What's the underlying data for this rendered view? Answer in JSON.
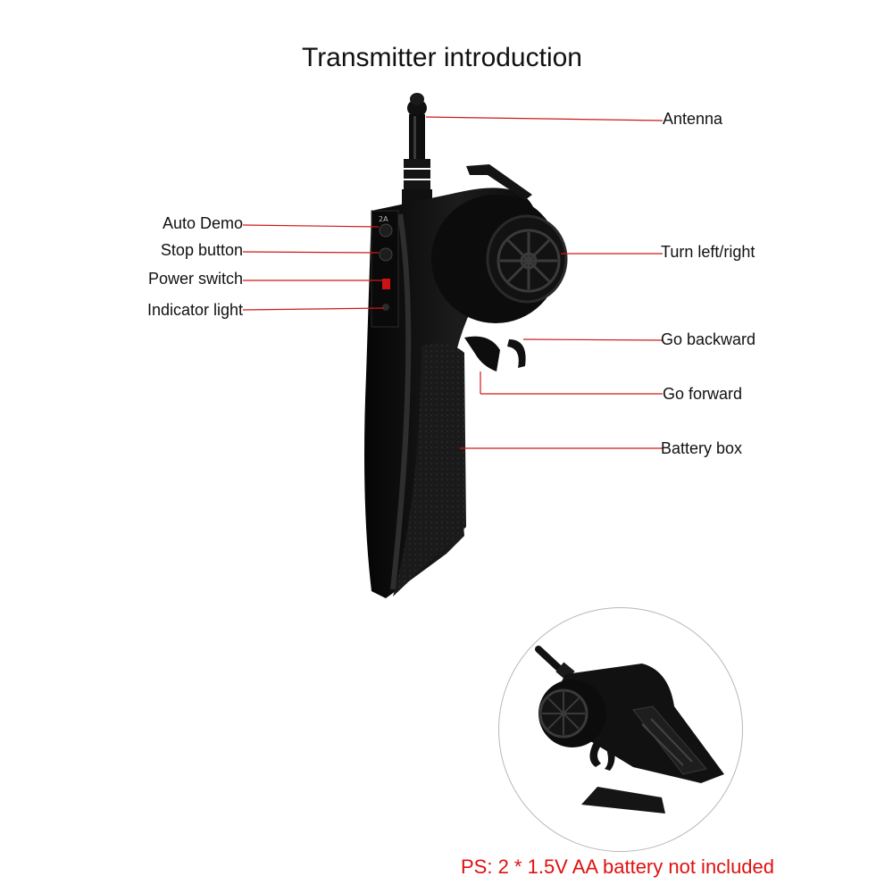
{
  "title": "Transmitter introduction",
  "labels": {
    "antenna": "Antenna",
    "auto_demo": "Auto Demo",
    "stop_button": "Stop button",
    "power_switch": "Power switch",
    "indicator_light": "Indicator light",
    "turn": "Turn left/right",
    "go_backward": "Go backward",
    "go_forward": "Go forward",
    "battery_box": "Battery box"
  },
  "note": "PS: 2 * 1.5V AA battery not included",
  "colors": {
    "leader_line": "#d01818",
    "note_text": "#e01010",
    "device_body": "#111111"
  }
}
